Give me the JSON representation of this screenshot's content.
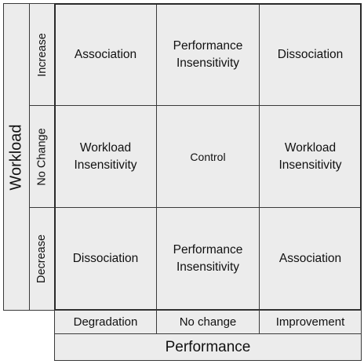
{
  "diagram": {
    "y_axis_title": "Workload",
    "x_axis_title": "Performance",
    "row_labels": [
      "Increase",
      "No Change",
      "Decrease"
    ],
    "col_labels": [
      "Degradation",
      "No change",
      "Improvement"
    ],
    "cells": [
      [
        "Association",
        "Performance Insensitivity",
        "Dissociation"
      ],
      [
        "Workload Insensitivity",
        "Control",
        "Workload Insensitivity"
      ],
      [
        "Dissociation",
        "Performance Insensitivity",
        "Association"
      ]
    ]
  }
}
